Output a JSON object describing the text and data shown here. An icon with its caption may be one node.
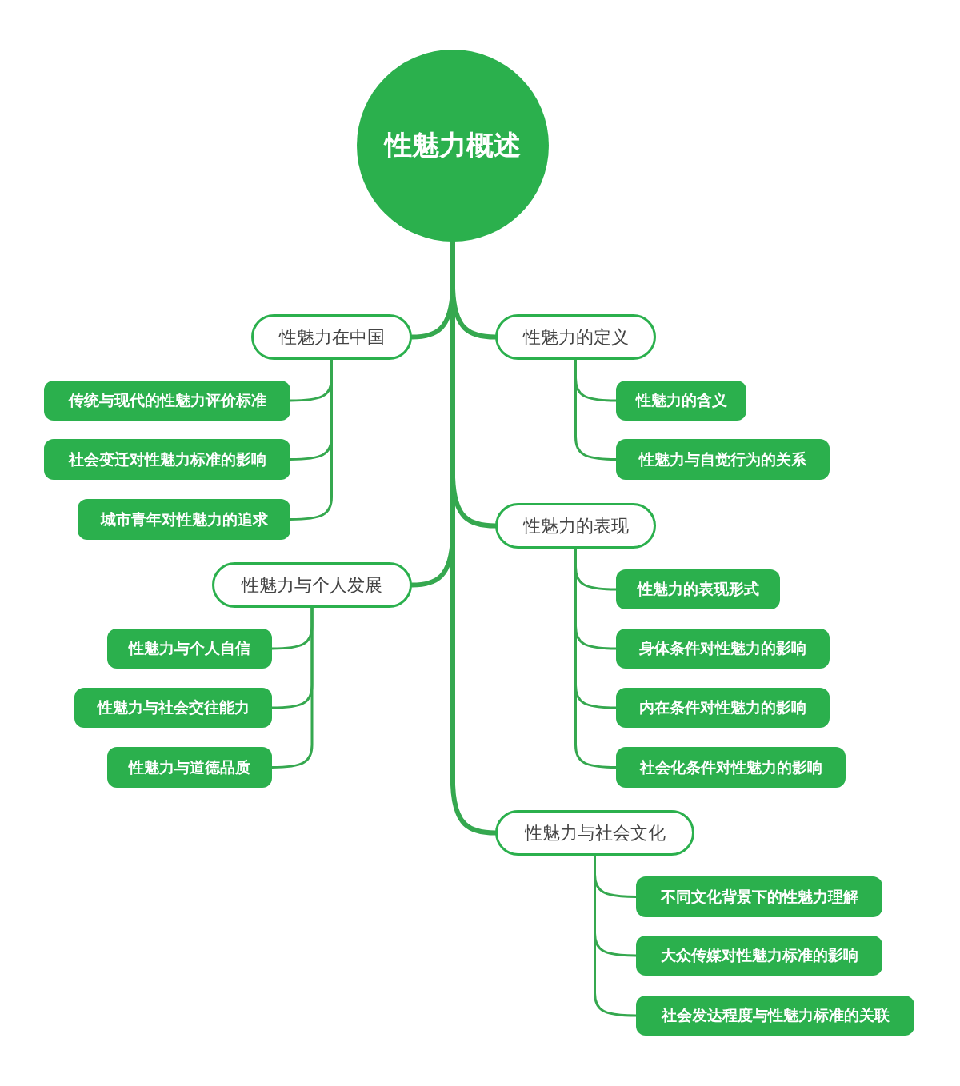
{
  "diagram": {
    "nodes": [
      {
        "text": [
          "性魅力概述"
        ]
      },
      {
        "text": [
          "性魅力在中国"
        ]
      },
      {
        "text": [
          "传统与现代的性魅力评价标准"
        ]
      },
      {
        "text": [
          "社会变迁对性魅力标准的影响"
        ]
      },
      {
        "text": [
          "城市青年对性魅力的追求"
        ]
      },
      {
        "text": [
          "性魅力的定义"
        ]
      },
      {
        "text": [
          "性魅力的含义"
        ]
      },
      {
        "text": [
          "性魅力与自觉行为的关系"
        ]
      },
      {
        "text": [
          "性魅力的表现"
        ]
      },
      {
        "text": [
          "性魅力的表现形式"
        ]
      },
      {
        "text": [
          "身体条件对性魅力的影响"
        ]
      },
      {
        "text": [
          "内在条件对性魅力的影响"
        ]
      },
      {
        "text": [
          "社会化条件对性魅力的影响"
        ]
      },
      {
        "text": [
          "性魅力与个人发展"
        ]
      },
      {
        "text": [
          "性魅力与个人自信"
        ]
      },
      {
        "text": [
          "性魅力与社会交往能力"
        ]
      },
      {
        "text": [
          "性魅力与道德品质"
        ]
      },
      {
        "text": [
          "性魅力与社会文化"
        ]
      },
      {
        "text": [
          "不同文化背景下的性魅力理解"
        ]
      },
      {
        "text": [
          "大众传媒对性魅力标准的影响"
        ]
      },
      {
        "text": [
          "社会发达程度与性魅力标准的关联"
        ]
      }
    ],
    "edges": [
      {
        "from": 0,
        "to": 1,
        "arrow": "none",
        "style": "thick"
      },
      {
        "from": 0,
        "to": 5,
        "arrow": "none",
        "style": "thick"
      },
      {
        "from": 0,
        "to": 8,
        "arrow": "none",
        "style": "thick"
      },
      {
        "from": 0,
        "to": 13,
        "arrow": "none",
        "style": "thick"
      },
      {
        "from": 0,
        "to": 17,
        "arrow": "none",
        "style": "thick"
      },
      {
        "from": 1,
        "to": 2,
        "arrow": "none"
      },
      {
        "from": 1,
        "to": 3,
        "arrow": "none"
      },
      {
        "from": 1,
        "to": 4,
        "arrow": "none"
      },
      {
        "from": 5,
        "to": 6,
        "arrow": "none"
      },
      {
        "from": 5,
        "to": 7,
        "arrow": "none"
      },
      {
        "from": 8,
        "to": 9,
        "arrow": "none"
      },
      {
        "from": 8,
        "to": 10,
        "arrow": "none"
      },
      {
        "from": 8,
        "to": 11,
        "arrow": "none"
      },
      {
        "from": 8,
        "to": 12,
        "arrow": "none"
      },
      {
        "from": 13,
        "to": 14,
        "arrow": "none"
      },
      {
        "from": 13,
        "to": 15,
        "arrow": "none"
      },
      {
        "from": 13,
        "to": 16,
        "arrow": "none"
      },
      {
        "from": 17,
        "to": 18,
        "arrow": "none"
      },
      {
        "from": 17,
        "to": 19,
        "arrow": "none"
      },
      {
        "from": 17,
        "to": 20,
        "arrow": "none"
      }
    ]
  }
}
